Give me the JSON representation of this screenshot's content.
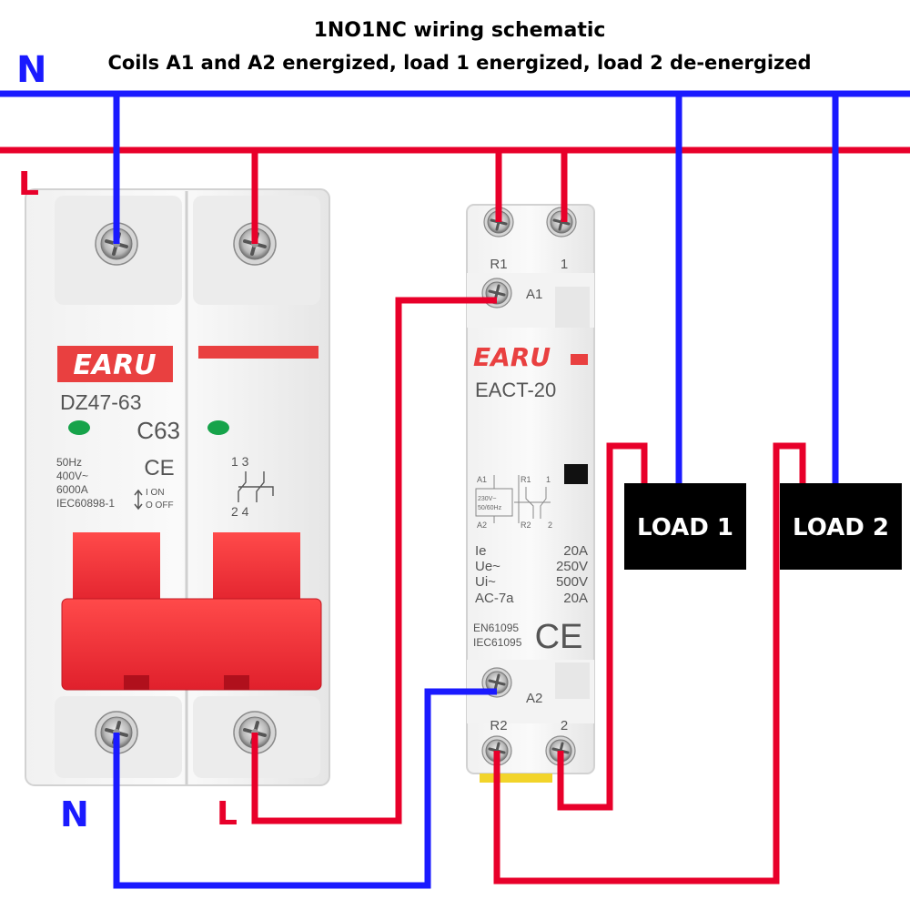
{
  "header": {
    "title": "1NO1NC wiring schematic",
    "subtitle": "Coils A1 and A2 energized, load 1 energized, load 2 de-energized"
  },
  "buses": {
    "neutral_label": "N",
    "live_label": "L",
    "bottom_neutral_label": "N",
    "bottom_live_label": "L"
  },
  "breaker": {
    "brand": "EARU",
    "model": "DZ47-63",
    "rating": "C63",
    "ce_mark": "CE",
    "specs": [
      "50Hz",
      "400V~",
      "6000A",
      "IEC60898-1"
    ],
    "switch_on": "I ON",
    "switch_off": "O OFF",
    "terminals_top": "1 3",
    "terminals_bottom": "2 4"
  },
  "contactor": {
    "brand": "EARU",
    "model": "EACT-20",
    "top_terminal_left": "R1",
    "top_terminal_right": "1",
    "coil_top": "A1",
    "coil_bottom": "A2",
    "bottom_terminal_left": "R2",
    "bottom_terminal_right": "2",
    "diagram": {
      "a1": "A1",
      "a2": "A2",
      "r1": "R1",
      "r2": "R2",
      "t1": "1",
      "t2": "2",
      "voltage": "230V~",
      "freq": "50/60Hz"
    },
    "ratings": [
      {
        "label": "Ie",
        "value": "20A"
      },
      {
        "label": "Ue~",
        "value": "250V"
      },
      {
        "label": "Ui~",
        "value": "500V"
      },
      {
        "label": "AC-7a",
        "value": "20A"
      }
    ],
    "standards": [
      "EN61095",
      "IEC61095"
    ],
    "ce_mark": "CE"
  },
  "loads": {
    "load1": "LOAD 1",
    "load2": "LOAD 2"
  },
  "colors": {
    "neutral": "#1a1aff",
    "live": "#e8002a",
    "breaker_red": "#f2303a",
    "load_bg": "#000000"
  }
}
